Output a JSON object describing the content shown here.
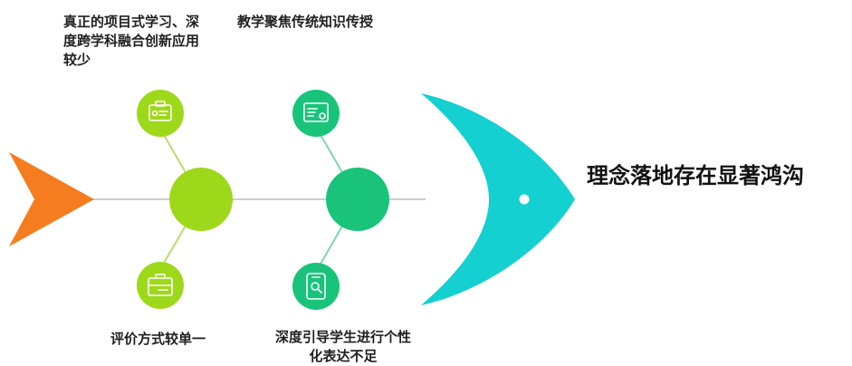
{
  "head_text": "理念落地存在显著鸿沟",
  "causes": {
    "top_left": "真正的项目式学习、深度跨学科融合创新应用较少",
    "top_right": "教学聚焦传统知识传授",
    "bottom_left": "评价方式较单一",
    "bottom_right": "深度引导学生进行个性化表达不足"
  },
  "colors": {
    "tail": "#f57c1f",
    "head": "#14d0d0",
    "node_left": "#9ed81b",
    "node_right": "#19c47a",
    "spine": "#cccccc",
    "branch_left": "#b5e06a",
    "branch_right": "#7cd8a8"
  },
  "icons": {
    "top_left": "id-card-icon",
    "top_right": "certificate-icon",
    "bottom_left": "briefcase-icon",
    "bottom_right": "mobile-search-icon"
  }
}
